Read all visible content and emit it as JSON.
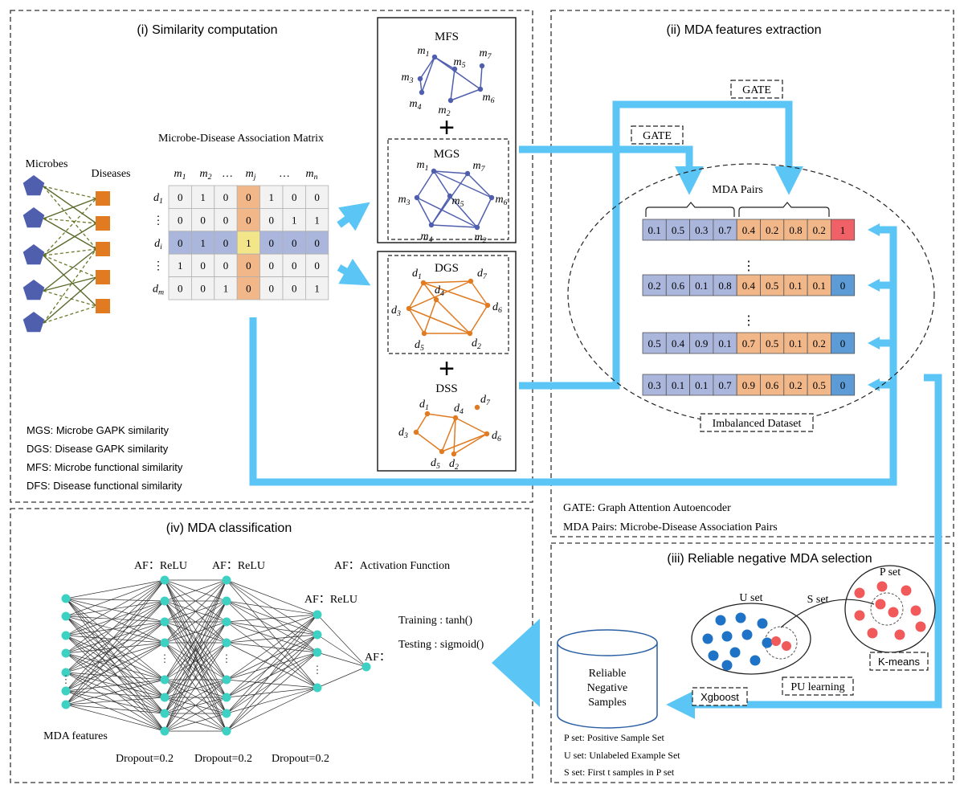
{
  "colors": {
    "arrow": "#5bc6f5",
    "microbe_blue": "#4f5fae",
    "node_orange": "#e07b22",
    "cell_blue": "#aab6dc",
    "cell_orange": "#f1b789",
    "cell_red": "#ef6167",
    "cell_label_blue": "#5c9bd5",
    "cell_yellow": "#f2e58a",
    "cell_grey": "#f2f2f2",
    "row_highlight": "#aab6dc",
    "col_highlight": "#f1b789",
    "nn_node": "#3dd1c4",
    "u_dot": "#1f73c7",
    "p_dot": "#f05a5a"
  },
  "panel1": {
    "title": "(i) Similarity computation",
    "microbes_label": "Microbes",
    "diseases_label": "Diseases",
    "matrix_title": "Microbe-Disease Association Matrix",
    "col_headers": [
      "m",
      "m",
      "…",
      "m",
      "…",
      "m"
    ],
    "col_subs": [
      "1",
      "2",
      "",
      "j",
      "",
      "n"
    ],
    "row_headers": [
      "d",
      "⋮",
      "d",
      "⋮",
      "d"
    ],
    "row_subs": [
      "1",
      "",
      "i",
      "",
      "m"
    ],
    "matrix": [
      [
        "0",
        "1",
        "0",
        "0",
        "1",
        "0",
        "0"
      ],
      [
        "0",
        "0",
        "0",
        "0",
        "0",
        "1",
        "1"
      ],
      [
        "0",
        "1",
        "0",
        "1",
        "0",
        "0",
        "0"
      ],
      [
        "1",
        "0",
        "0",
        "0",
        "0",
        "0",
        "0"
      ],
      [
        "0",
        "0",
        "1",
        "0",
        "0",
        "0",
        "1"
      ]
    ],
    "legend": [
      "MGS: Microbe GAPK  similarity",
      "DGS: Disease GAPK similarity",
      "MFS: Microbe functional similarity",
      "DFS: Disease functional similarity"
    ]
  },
  "similarity": {
    "mfs": "MFS",
    "mgs": "MGS",
    "dgs": "DGS",
    "dss": "DSS",
    "plus": "+",
    "m_nodes": [
      "m",
      "m",
      "m",
      "m",
      "m",
      "m",
      "m"
    ],
    "m_subs": [
      "1",
      "2",
      "3",
      "4",
      "5",
      "6",
      "7"
    ],
    "d_nodes": [
      "d",
      "d",
      "d",
      "d",
      "d",
      "d",
      "d"
    ],
    "d_subs": [
      "1",
      "2",
      "3",
      "4",
      "5",
      "6",
      "7"
    ]
  },
  "panel2": {
    "title": "(ii) MDA features extraction",
    "gate1": "GATE",
    "gate2": "GATE",
    "pairs_label": "MDA Pairs",
    "rows": [
      [
        "0.1",
        "0.5",
        "0.3",
        "0.7",
        "0.4",
        "0.2",
        "0.8",
        "0.2",
        "1"
      ],
      [
        "0.2",
        "0.6",
        "0.1",
        "0.8",
        "0.4",
        "0.5",
        "0.1",
        "0.1",
        "0"
      ],
      [
        "0.5",
        "0.4",
        "0.9",
        "0.1",
        "0.7",
        "0.5",
        "0.1",
        "0.2",
        "0"
      ],
      [
        "0.3",
        "0.1",
        "0.1",
        "0.7",
        "0.9",
        "0.6",
        "0.2",
        "0.5",
        "0"
      ]
    ],
    "vdots": "⋮",
    "imbalanced": "Imbalanced Dataset",
    "notes": [
      "GATE: Graph Attention Autoencoder",
      "MDA Pairs: Microbe-Disease Association Pairs"
    ]
  },
  "panel3": {
    "title": "(iii) Reliable negative MDA selection",
    "p_set": "P set",
    "u_set": "U set",
    "s_set": "S set",
    "kmeans": "K-means",
    "xgboost": "Xgboost",
    "pu": "PU learning",
    "db_label": [
      "Reliable",
      "Negative",
      "Samples"
    ],
    "notes": [
      "P set: Positive Sample Set",
      "U set: Unlabeled Example Set",
      "S set: First t samples in P set"
    ]
  },
  "panel4": {
    "title": "(iv) MDA classification",
    "af1": "AF：ReLU",
    "af2": "AF：ReLU",
    "af3": "AF：ReLU",
    "af_def": "AF：Activation Function",
    "af_out": "AF：",
    "training": "Training : tanh()",
    "testing": "Testing : sigmoid()",
    "features": "MDA features",
    "dropout": [
      "Dropout=0.2",
      "Dropout=0.2",
      "Dropout=0.2"
    ],
    "vdots": "⋮"
  }
}
